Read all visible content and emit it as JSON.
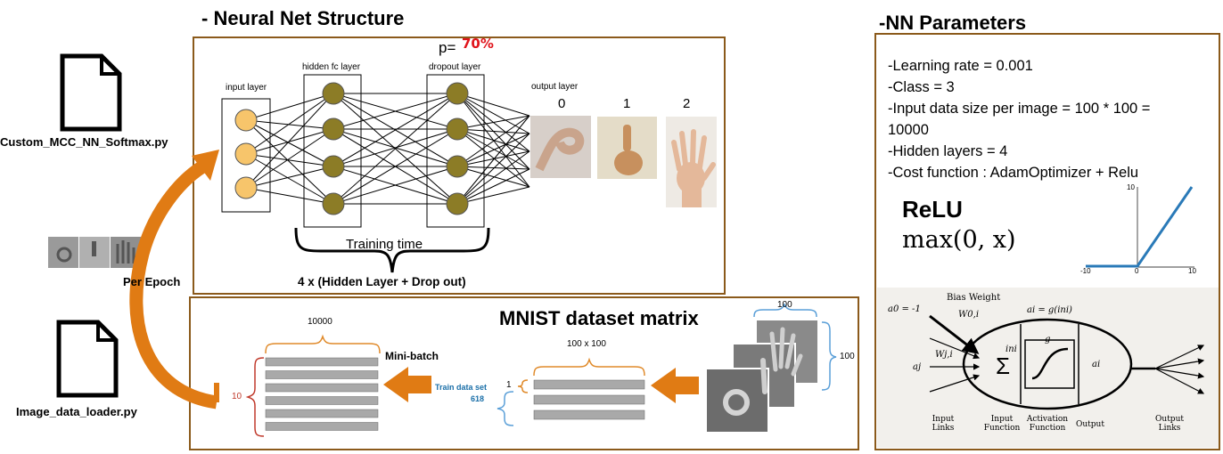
{
  "titles": {
    "nn_structure": "- Neural Net Structure",
    "nn_parameters": "-NN Parameters",
    "mnist": "MNIST dataset matrix"
  },
  "files": {
    "model_file": "Custom_MCC_NN_Softmax.py",
    "loader_file": "Image_data_loader.py"
  },
  "labels": {
    "per_epoch": "Per Epoch",
    "p_label": "p=",
    "p_value": "70%",
    "input_layer": "input layer",
    "hidden_layer": "hidden fc layer",
    "dropout_layer": "dropout layer",
    "output_layer": "output layer",
    "training_time": "Training time",
    "repeat": "4 x (Hidden Layer + Drop out)",
    "classes": [
      "0",
      "1",
      "2"
    ],
    "mini_batch": "Mini-batch",
    "train_set": "Train data set",
    "train_count": "618",
    "one": "1",
    "ten": "10",
    "width_10000": "10000",
    "size_100x100": "100 x 100",
    "h100": "100",
    "v100": "100"
  },
  "params": {
    "lines": [
      "-Learning rate = 0.001",
      "-Class = 3",
      "-Input data size per image = 100 * 100 =",
      "10000",
      "-Hidden layers = 4",
      "-Cost function : AdamOptimizer + Relu"
    ]
  },
  "relu": {
    "name": "ReLU",
    "formula": "max(0, x)",
    "ytick": "10",
    "xticks": [
      "-10",
      "0",
      "10"
    ]
  },
  "neuron": {
    "bias_weight": "Bias Weight",
    "a0": "a0 = -1",
    "w0": "W0,i",
    "ai_eq": "ai = g(ini)",
    "aj": "aj",
    "wj": "Wj,i",
    "in_i": "ini",
    "g": "g",
    "ai": "ai",
    "sigma": "Σ",
    "bottom": [
      "Input Links",
      "Input Function",
      "Activation Function",
      "Output",
      "Output Links"
    ]
  },
  "colors": {
    "frame": "#8b5a1b",
    "arrow": "#e07b14",
    "input_node": "#f7c56b",
    "hidden_node": "#8c7c26",
    "relu_line": "#2a7ab8",
    "brace_orange": "#e08a2a",
    "brace_blue": "#5a9fd8",
    "brace_red": "#c0392b"
  }
}
